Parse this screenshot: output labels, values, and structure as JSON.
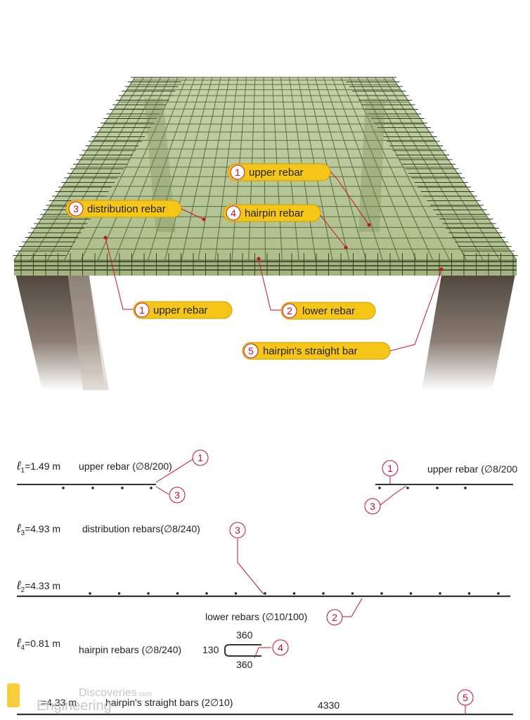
{
  "colors": {
    "concrete": "#b9c99a",
    "mesh": "#3d4d2a",
    "pill": "#f5c518",
    "callout": "#c8102e",
    "column": "#4a4038"
  },
  "callouts_3d": [
    {
      "num": "1",
      "label": "upper rebar"
    },
    {
      "num": "3",
      "label": "distribution rebar"
    },
    {
      "num": "4",
      "label": "hairpin rebar"
    },
    {
      "num": "1",
      "label": "upper rebar"
    },
    {
      "num": "2",
      "label": "lower rebar"
    },
    {
      "num": "5",
      "label": "hairpin's straight bar"
    }
  ],
  "schedule": {
    "l1": {
      "sym": "ℓ",
      "sub": "1",
      "val": "=1.49 m",
      "desc": "upper rebar (∅8/200)",
      "desc_right": "upper rebar (∅8/200"
    },
    "l3": {
      "sym": "ℓ",
      "sub": "3",
      "val": "=4.93 m",
      "desc": "distribution rebars(∅8/240)"
    },
    "l2": {
      "sym": "ℓ",
      "sub": "2",
      "val": "=4.33 m",
      "desc": "lower rebars (∅10/100)"
    },
    "l4": {
      "sym": "ℓ",
      "sub": "4",
      "val": "=0.81 m",
      "desc": "hairpin rebars (∅8/240)",
      "dim_top": "360",
      "dim_left": "130",
      "dim_bottom": "360"
    },
    "l5": {
      "val": "=4.33 m",
      "desc": "hairpin's straight bars (2∅10)",
      "dim": "4330"
    },
    "nums": {
      "n1": "1",
      "n2": "2",
      "n3": "3",
      "n4": "4",
      "n5": "5"
    }
  },
  "watermark": {
    "line1": "Discoveries",
    "line1_suffix": ".com",
    "line2": "Engineering"
  }
}
